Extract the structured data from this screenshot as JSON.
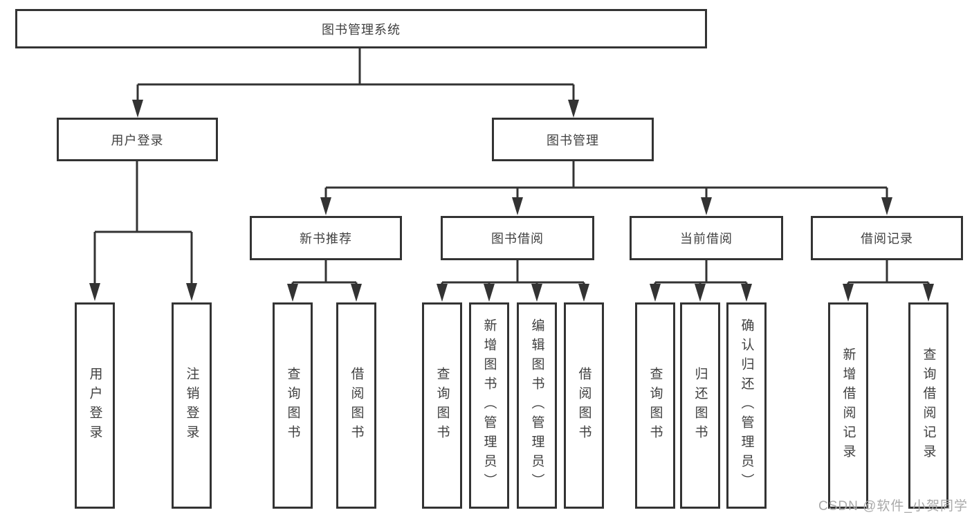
{
  "diagram": {
    "type": "tree",
    "title": "图书管理系统",
    "colors": {
      "line": "#333333",
      "box_border": "#333333",
      "box_fill": "#ffffff",
      "text": "#404040",
      "background": "#ffffff",
      "watermark": "#a9a9a9"
    },
    "nodes": {
      "root": {
        "label": "图书管理系统",
        "parent": null
      },
      "user_login": {
        "label": "用户登录",
        "parent": "root"
      },
      "book_mgmt": {
        "label": "图书管理",
        "parent": "root"
      },
      "new_book_rec": {
        "label": "新书推荐",
        "parent": "book_mgmt"
      },
      "book_borrow": {
        "label": "图书借阅",
        "parent": "book_mgmt"
      },
      "current_borrow": {
        "label": "当前借阅",
        "parent": "book_mgmt"
      },
      "borrow_record": {
        "label": "借阅记录",
        "parent": "book_mgmt"
      },
      "login": {
        "label": "用户登录",
        "parent": "user_login"
      },
      "logout": {
        "label": "注销登录",
        "parent": "user_login"
      },
      "rec_query": {
        "label": "查询图书",
        "parent": "new_book_rec"
      },
      "rec_borrow": {
        "label": "借阅图书",
        "parent": "new_book_rec"
      },
      "bb_query": {
        "label": "查询图书",
        "parent": "book_borrow"
      },
      "bb_add": {
        "label": "新增图书（管理员）",
        "parent": "book_borrow"
      },
      "bb_edit": {
        "label": "编辑图书（管理员）",
        "parent": "book_borrow"
      },
      "bb_borrow": {
        "label": "借阅图书",
        "parent": "book_borrow"
      },
      "cb_query": {
        "label": "查询图书",
        "parent": "current_borrow"
      },
      "cb_return": {
        "label": "归还图书",
        "parent": "current_borrow"
      },
      "cb_confirm": {
        "label": "确认归还（管理员）",
        "parent": "current_borrow"
      },
      "br_add": {
        "label": "新增借阅记录",
        "parent": "borrow_record"
      },
      "br_query": {
        "label": "查询借阅记录",
        "parent": "borrow_record"
      }
    }
  },
  "watermark": {
    "text": "CSDN @软件_小贺同学"
  }
}
